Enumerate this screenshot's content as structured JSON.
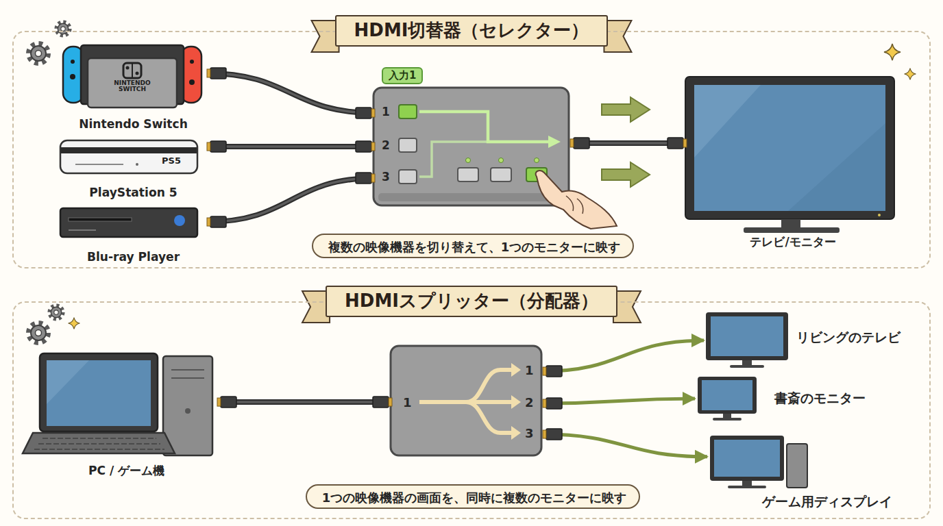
{
  "diagram": {
    "nodes": [
      {
        "text": [
          "HDMI切替器（セレクター）"
        ]
      },
      {
        "text": [
          "Nintendo Switch"
        ],
        "in": 0
      },
      {
        "text": [
          "PlayStation 5"
        ],
        "in": 0
      },
      {
        "text": [
          "Blu-ray Player"
        ],
        "in": 0
      },
      {
        "text": [
          "入力1",
          "1",
          "2",
          "3"
        ],
        "in": 0
      },
      {
        "text": [
          "複数の映像機器を切り替えて、1つのモニターに映す"
        ],
        "in": 0
      },
      {
        "text": [
          "テレビ/モニター"
        ],
        "in": 0
      },
      {
        "text": [
          "HDMIスプリッター（分配器）"
        ]
      },
      {
        "text": [
          "PC / ゲーム機"
        ],
        "in": 7
      },
      {
        "text": [
          "1",
          "1",
          "2",
          "3"
        ],
        "in": 7
      },
      {
        "text": [
          "1つの映像機器の画面を、同時に複数のモニターに映す"
        ],
        "in": 7
      },
      {
        "text": [
          "リビングのテレビ"
        ],
        "in": 7
      },
      {
        "text": [
          "書斎のモニター"
        ],
        "in": 7
      },
      {
        "text": [
          "ゲーム用ディスプレイ"
        ],
        "in": 7
      }
    ],
    "edges": [
      {
        "from": 1,
        "to": 4,
        "arrow": "none"
      },
      {
        "from": 2,
        "to": 4,
        "arrow": "none"
      },
      {
        "from": 3,
        "to": 4,
        "arrow": "none"
      },
      {
        "from": 4,
        "to": 6,
        "arrow": "none"
      },
      {
        "from": 8,
        "to": 9,
        "arrow": "none"
      },
      {
        "from": 9,
        "to": 11,
        "arrow": "to"
      },
      {
        "from": 9,
        "to": 12,
        "arrow": "to"
      },
      {
        "from": 9,
        "to": 13,
        "arrow": "to"
      }
    ],
    "labels": [
      "NINTENDO SWITCH",
      "PS5"
    ]
  }
}
